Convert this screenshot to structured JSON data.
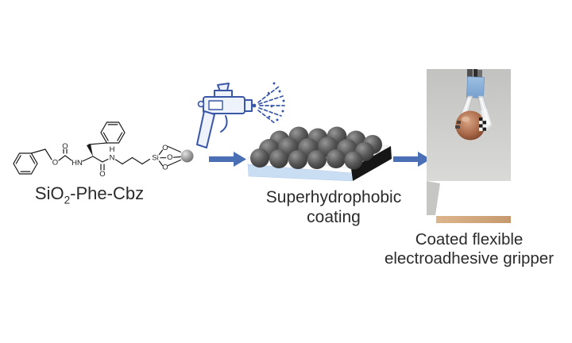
{
  "figure": {
    "type": "reaction-scheme",
    "background": "#ffffff",
    "molecule": {
      "name_prefix": "SiO",
      "name_sub": "2",
      "name_suffix": "-Phe-Cbz",
      "atom_labels": [
        "O",
        "O",
        "HN",
        "O",
        "H",
        "N",
        "Si",
        "O",
        "O",
        "O"
      ]
    },
    "coating": {
      "label_line1": "Superhydrophobic",
      "label_line2": "coating"
    },
    "gripper": {
      "label_line1": "Coated flexible",
      "label_line2": "electroadhesive gripper"
    },
    "icons": {
      "spray_gun": "spray-gun-icon",
      "arrow": "arrow-right-icon",
      "silica_bead": "silica-particle-icon"
    },
    "colors": {
      "arrow": "#4a6fb5",
      "spray_gun": "#3a57a7",
      "coating_sphere_dark": "#3a3a3a",
      "coating_sphere_light": "#969696",
      "substrate_blue": "#c9ddf3",
      "substrate_edge": "#161616",
      "text": "#2b2b2b"
    }
  }
}
